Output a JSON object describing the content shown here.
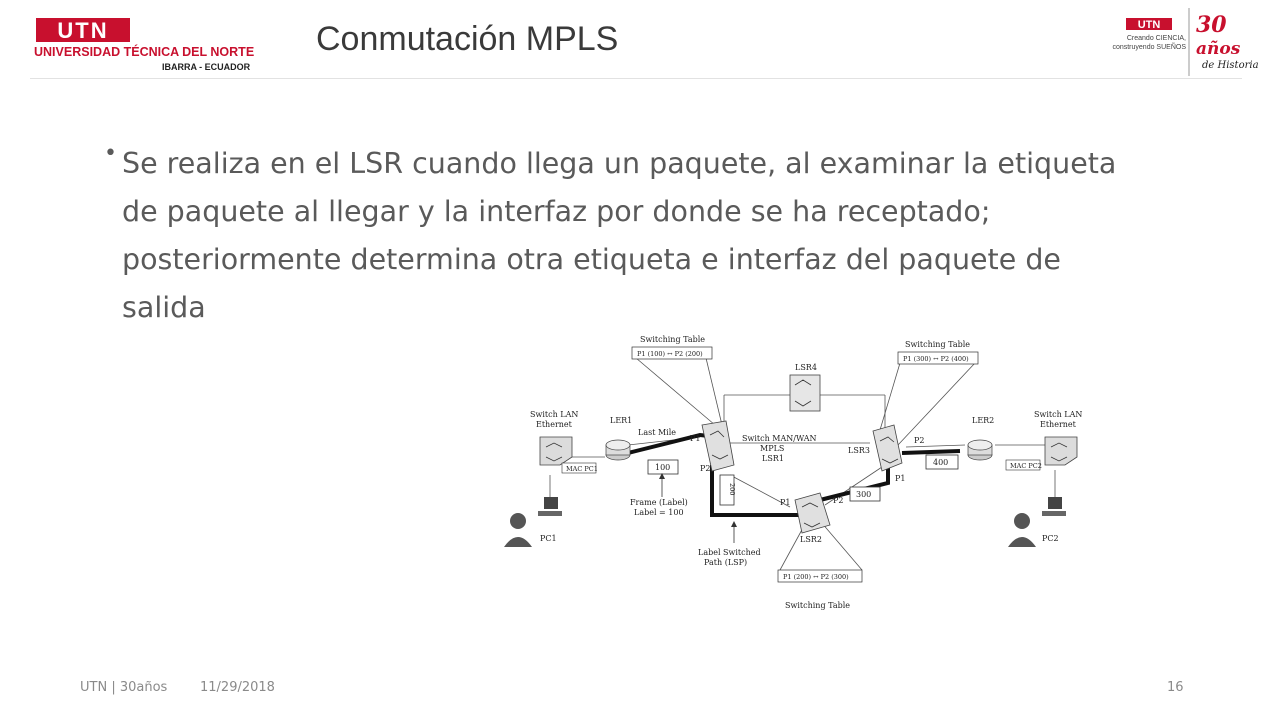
{
  "header": {
    "title": "Conmutación MPLS",
    "logo_left": {
      "mark": "UTN",
      "name": "UNIVERSIDAD TÉCNICA DEL NORTE",
      "location": "IBARRA - ECUADOR"
    },
    "logo_right": {
      "mark": "UTN",
      "tagline_1": "Creando CIENCIA,",
      "tagline_2": "construyendo SUEÑOS",
      "anniversary_number": "30",
      "anniversary_word": "años",
      "anniversary_sub": "de Historia"
    }
  },
  "body": {
    "bullet": "Se realiza en el LSR cuando llega un paquete, al examinar la etiqueta de paquete al llegar y la interfaz por donde se ha receptado; posteriormente determina otra etiqueta e interfaz del paquete de salida"
  },
  "diagram": {
    "switching_table_label": "Switching Table",
    "table_lsr1": "P1 (100) ↔ P2 (200)",
    "table_lsr3": "P1 (300) ↔ P2 (400)",
    "table_lsr2": "P1 (200) ↔ P2 (300)",
    "lsr4": "LSR4",
    "ler1": "LER1",
    "ler2": "LER2",
    "last_mile": "Last Mile",
    "switch_lan_left_1": "Switch LAN",
    "switch_lan_left_2": "Ethernet",
    "switch_lan_right_1": "Switch LAN",
    "switch_lan_right_2": "Ethernet",
    "mac_pc1": "MAC PC1",
    "mac_pc2": "MAC PC2",
    "label_100": "100",
    "label_200": "200",
    "label_300": "300",
    "label_400": "400",
    "p1": "P1",
    "p2": "P2",
    "switch_man_1": "Switch MAN/WAN",
    "switch_man_2": "MPLS",
    "switch_man_3": "LSR1",
    "lsr3": "LSR3",
    "lsr2": "LSR2",
    "frame_1": "Frame (Label)",
    "frame_2": "Label = 100",
    "lsp_1": "Label Switched",
    "lsp_2": "Path (LSP)",
    "pc1": "PC1",
    "pc2": "PC2"
  },
  "footer": {
    "left": "UTN | 30años",
    "date": "11/29/2018",
    "page": "16"
  },
  "colors": {
    "utn_red": "#c8102e",
    "title_gray": "#3a3a3a",
    "text_gray": "#5a5a5a",
    "footer_gray": "#8a8a8a"
  }
}
